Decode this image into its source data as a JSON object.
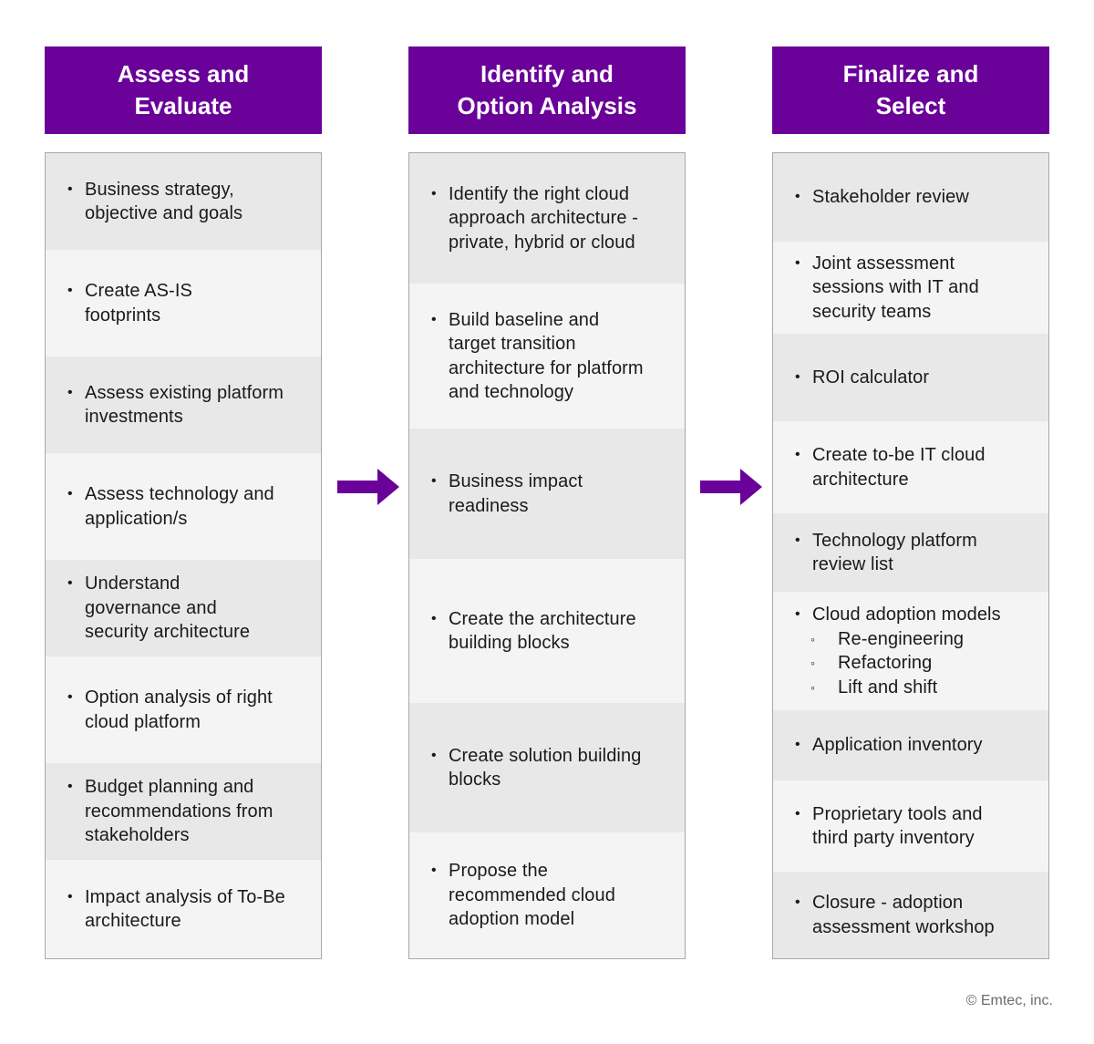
{
  "columns": [
    {
      "title": "Assess and\nEvaluate",
      "items": [
        {
          "text": "Business strategy,\nobjective and goals"
        },
        {
          "text": "Create AS-IS\nfootprints"
        },
        {
          "text": "Assess existing platform\ninvestments"
        },
        {
          "text": "Assess technology and\napplication/s"
        },
        {
          "text": "Understand\ngovernance and\nsecurity architecture"
        },
        {
          "text": "Option analysis of right\ncloud platform"
        },
        {
          "text": "Budget planning and\nrecommendations from\nstakeholders"
        },
        {
          "text": "Impact analysis of To-Be\narchitecture"
        }
      ]
    },
    {
      "title": "Identify and\nOption Analysis",
      "items": [
        {
          "text": "Identify the right cloud\napproach architecture -\nprivate, hybrid or cloud"
        },
        {
          "text": "Build baseline and\ntarget transition\narchitecture for platform\nand technology"
        },
        {
          "text": "Business impact\nreadiness"
        },
        {
          "text": "Create the architecture\nbuilding blocks"
        },
        {
          "text": "Create solution building\nblocks"
        },
        {
          "text": "Propose the\nrecommended cloud\nadoption model"
        }
      ]
    },
    {
      "title": "Finalize and\nSelect",
      "items": [
        {
          "text": "Stakeholder review"
        },
        {
          "text": "Joint assessment\nsessions with IT and\nsecurity teams"
        },
        {
          "text": "ROI calculator"
        },
        {
          "text": "Create to-be IT cloud\narchitecture"
        },
        {
          "text": "Technology platform\nreview list"
        },
        {
          "text": "Cloud adoption models",
          "subitems": [
            "Re-engineering",
            "Refactoring",
            "Lift and shift"
          ]
        },
        {
          "text": "Application inventory"
        },
        {
          "text": "Proprietary tools and\nthird party inventory"
        },
        {
          "text": "Closure - adoption\nassessment workshop"
        }
      ]
    }
  ],
  "copyright": "© Emtec, inc.",
  "colors": {
    "header_bg": "#6a0199",
    "arrow": "#6a0199",
    "cell_shade": "#e8e8e9",
    "cell_light": "#f4f4f5",
    "border": "#a8a8a8"
  },
  "icons": {
    "bullet": "bullet-dot-icon",
    "sub_bullet": "hollow-circle-icon",
    "flow_arrow": "right-arrow-icon"
  }
}
